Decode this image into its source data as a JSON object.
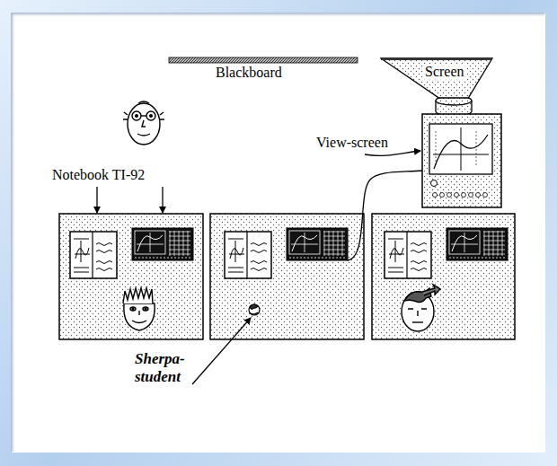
{
  "diagram": {
    "nodes": [
      {
        "text": [
          "Screen"
        ]
      }
    ],
    "labels": [
      "Blackboard",
      "View-screen",
      "Notebook TI-92",
      "Sherpa- student"
    ]
  }
}
